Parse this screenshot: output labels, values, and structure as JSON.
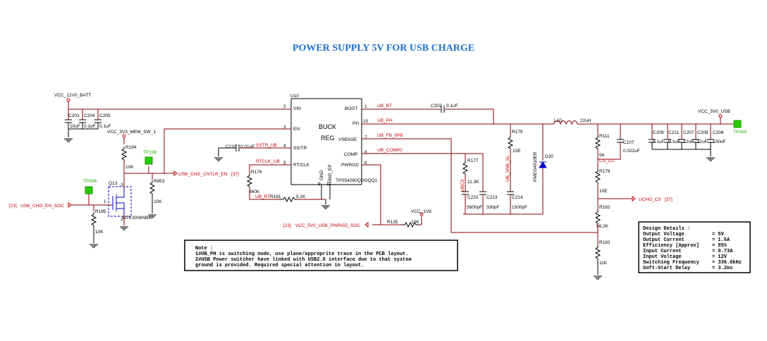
{
  "title": "POWER SUPPLY 5V FOR USB CHARGE",
  "ic": {
    "ref": "U10",
    "name_line1": "BUCK",
    "name_line2": "REG",
    "part": "TPS54260QDGQQ1",
    "pins_left": [
      {
        "num": "2",
        "name": "VIN"
      },
      {
        "num": "3",
        "name": "EN"
      },
      {
        "num": "4",
        "name": "SS/TR"
      },
      {
        "num": "5",
        "name": "RT/CLK"
      }
    ],
    "pins_right": [
      {
        "num": "1",
        "name": "BOOT"
      },
      {
        "num": "10",
        "name": "PH"
      },
      {
        "num": "7",
        "name": "VSENSE"
      },
      {
        "num": "8",
        "name": "COMP"
      },
      {
        "num": "6",
        "name": "PWRGD"
      }
    ],
    "pins_bottom": [
      {
        "num": "9",
        "name": "GND"
      },
      {
        "num": "11",
        "name": "GND_EP"
      }
    ]
  },
  "nets": {
    "vcc12": "VCC_12V0_BATT",
    "vcc3v3": "VCC_3V3_MEM_SW_1",
    "vcc5": "VCC_5V0_USB",
    "vcc1v8": "VCC_1V8",
    "ub_bt": "UB_BT",
    "ub_ph": "UB_PH",
    "ub_fb": "UB_FB_0P8",
    "ub_comp": "UB_COMP0",
    "sstr": "SSTR_UB",
    "rtclk": "RTCLK_UB",
    "ub_rt": "UB_RT",
    "ub_snb": "UB_SNB_SL",
    "ubc0": "UBC0",
    "cs_cc": "CS_CC"
  },
  "ports": {
    "usb_en": "USB_CHG_CNTLR_EN",
    "usb_en_sheet": "[37]",
    "usb_chg_soc": "USB_CHG_EN_SOC",
    "usb_chg_soc_sheet": "[23]",
    "pwrgd": "VCC_5V0_USB_PWRGD_SOC",
    "pwrgd_sheet": "[23]",
    "uchg_cs": "UCHG_CS",
    "uchg_cs_sheet": "[37]"
  },
  "testpoints": {
    "tp198": "TP198",
    "tp206": "TP206",
    "tp159": "TP159"
  },
  "components": {
    "c203": {
      "ref": "C203",
      "val": "10uF"
    },
    "c204": {
      "ref": "C204",
      "val": "0.1uF"
    },
    "c205": {
      "ref": "C205",
      "val": "0.1uF"
    },
    "c202": {
      "ref": "C202",
      "val": "0.1uF"
    },
    "c210": {
      "ref": "C210",
      "val": "0.01uF"
    },
    "c215": {
      "ref": "C215",
      "val": "5600pF"
    },
    "c213": {
      "ref": "C213",
      "val": "330pF"
    },
    "c214": {
      "ref": "C214",
      "val": "1500pF"
    },
    "c107": {
      "ref": "C107",
      "val": "0.022uF"
    },
    "c209": {
      "ref": "C209",
      "val": "0.1uF"
    },
    "c211": {
      "ref": "C211",
      "val": "0.1uF"
    },
    "c207": {
      "ref": "C207",
      "val": "22uF"
    },
    "c208": {
      "ref": "C208",
      "val": "22uF"
    },
    "c206": {
      "ref": "C206",
      "val": "100uF"
    },
    "r194": {
      "ref": "R194",
      "val": "10K"
    },
    "r853": {
      "ref": "R853",
      "val": "10K"
    },
    "r195": {
      "ref": "R195",
      "val": "10K"
    },
    "r178": {
      "ref": "R178",
      "val": "360K"
    },
    "r181": {
      "ref": "R181",
      "val": "5.1K"
    },
    "r135": {
      "ref": "R135",
      "val": "10K"
    },
    "r177": {
      "ref": "R177",
      "val": "11.3K"
    },
    "r175": {
      "ref": "R175",
      "val": "10E"
    },
    "r111": {
      "ref": "R111",
      "val": "5K"
    },
    "r179": {
      "ref": "R179",
      "val": "10E"
    },
    "r182": {
      "ref": "R182",
      "val": "56.2K"
    },
    "r183": {
      "ref": "R183",
      "val": "11K"
    },
    "l10": {
      "ref": "L10",
      "val": "22uH"
    },
    "d20": {
      "ref": "D20",
      "val": "PMEG4010ER"
    },
    "q13": {
      "ref": "Q13",
      "val": "NTK3008NBK",
      "pin1": "1",
      "pin3": "3",
      "pin2": "2"
    }
  },
  "design": {
    "header": "Design Details :",
    "rows": [
      {
        "k": "Output Voltage",
        "v": "= 5V"
      },
      {
        "k": "Output Current",
        "v": "= 1.5A"
      },
      {
        "k": "Efficiency [Approx]",
        "v": "= 85%"
      },
      {
        "k": "Input Current",
        "v": "= 0.73A"
      },
      {
        "k": "Input Voltage",
        "v": "= 12V"
      },
      {
        "k": "Switching Frequency",
        "v": "= 336.6kHz"
      },
      {
        "k": "Soft-Start Delay",
        "v": "= 3.2ms"
      }
    ]
  },
  "note": {
    "header": "Note :",
    "lines": [
      "1#UB_PH is switching node, use plane/approprite trace in the PCB layout.",
      "2#USB Power switcher have linked with USB2.0 interface due to that system",
      "ground is provided. Required special attention in layout."
    ]
  },
  "colors": {
    "title": "#1f6fd0",
    "wire": "#8b0000",
    "port": "#c00000",
    "testpoint": "#22cc00",
    "ink": "#000000"
  }
}
